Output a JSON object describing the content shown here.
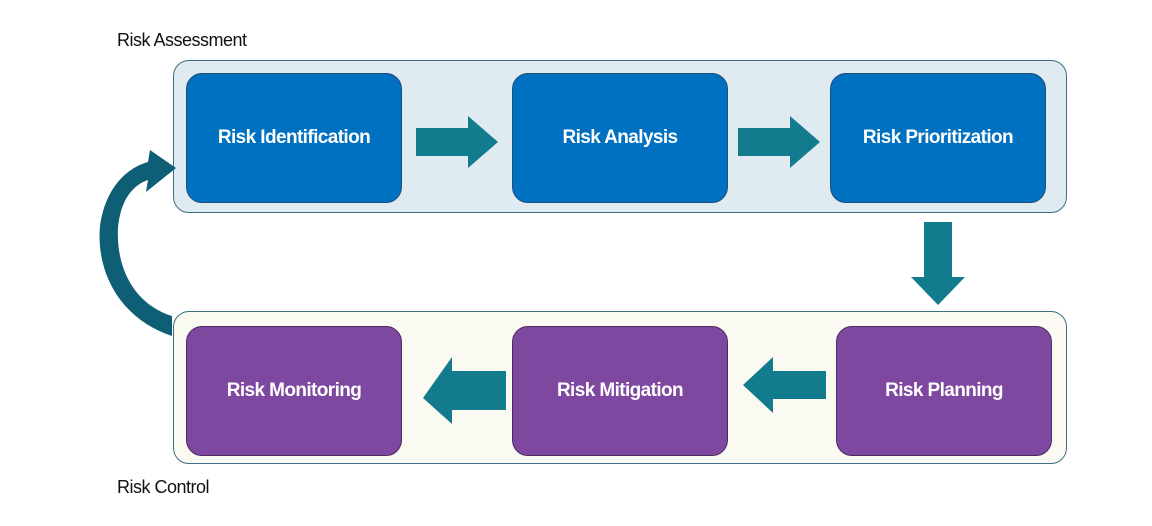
{
  "groups": {
    "assessment_label": "Risk Assessment",
    "control_label": "Risk Control"
  },
  "steps": [
    {
      "label": "Risk Identification"
    },
    {
      "label": "Risk Analysis"
    },
    {
      "label": "Risk Prioritization"
    },
    {
      "label": "Risk Planning"
    },
    {
      "label": "Risk Mitigation"
    },
    {
      "label": "Risk Monitoring"
    }
  ],
  "colors": {
    "assessment_box": "#0070c0",
    "control_box": "#7e48a0",
    "arrow": "#137b8e",
    "loop_arrow": "#0e5f75"
  }
}
